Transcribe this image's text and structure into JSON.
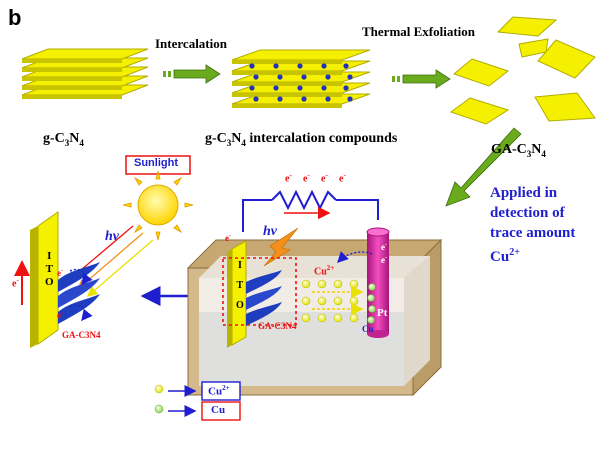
{
  "panel_label": "b",
  "steps": {
    "intercalation": "Intercalation",
    "thermal_exfoliation": "Thermal Exfoliation"
  },
  "materials": {
    "gcn_prefix": "g-C",
    "gcn_sub3": "3",
    "gcn_n": "N",
    "gcn_sub4": "4",
    "compound_suffix": " intercalation compounds",
    "ga_prefix": "GA-C",
    "ga_sub3": "3",
    "ga_n": "N",
    "ga_sub4": "4"
  },
  "application": {
    "line1": "Applied in",
    "line2": "detection of",
    "line3": "trace amount",
    "line4_base": "Cu",
    "line4_sup": "2+"
  },
  "cell": {
    "sunlight": "Sunlight",
    "hv": "hν",
    "electron": "e",
    "electron_sup": "-",
    "ito_letters": [
      "I",
      "T",
      "O"
    ],
    "pt": "Pt",
    "cu_ion": "Cu",
    "cu_ion_sup": "2+",
    "cu": "Cu",
    "ga_label": "GA-C3N4"
  },
  "legend": {
    "cu2_base": "Cu",
    "cu2_sup": "2+",
    "cu": "Cu"
  },
  "colors": {
    "sheet_yellow": "#f4f000",
    "sheet_edge": "#b3ad00",
    "dopant_blue": "#2233bb",
    "arrow_green": "#6aab1e",
    "app_blue": "#1f1fcf",
    "red": "#ee1111",
    "pt_magenta": "#e02aa8",
    "box_tan": "#d3b98c"
  }
}
